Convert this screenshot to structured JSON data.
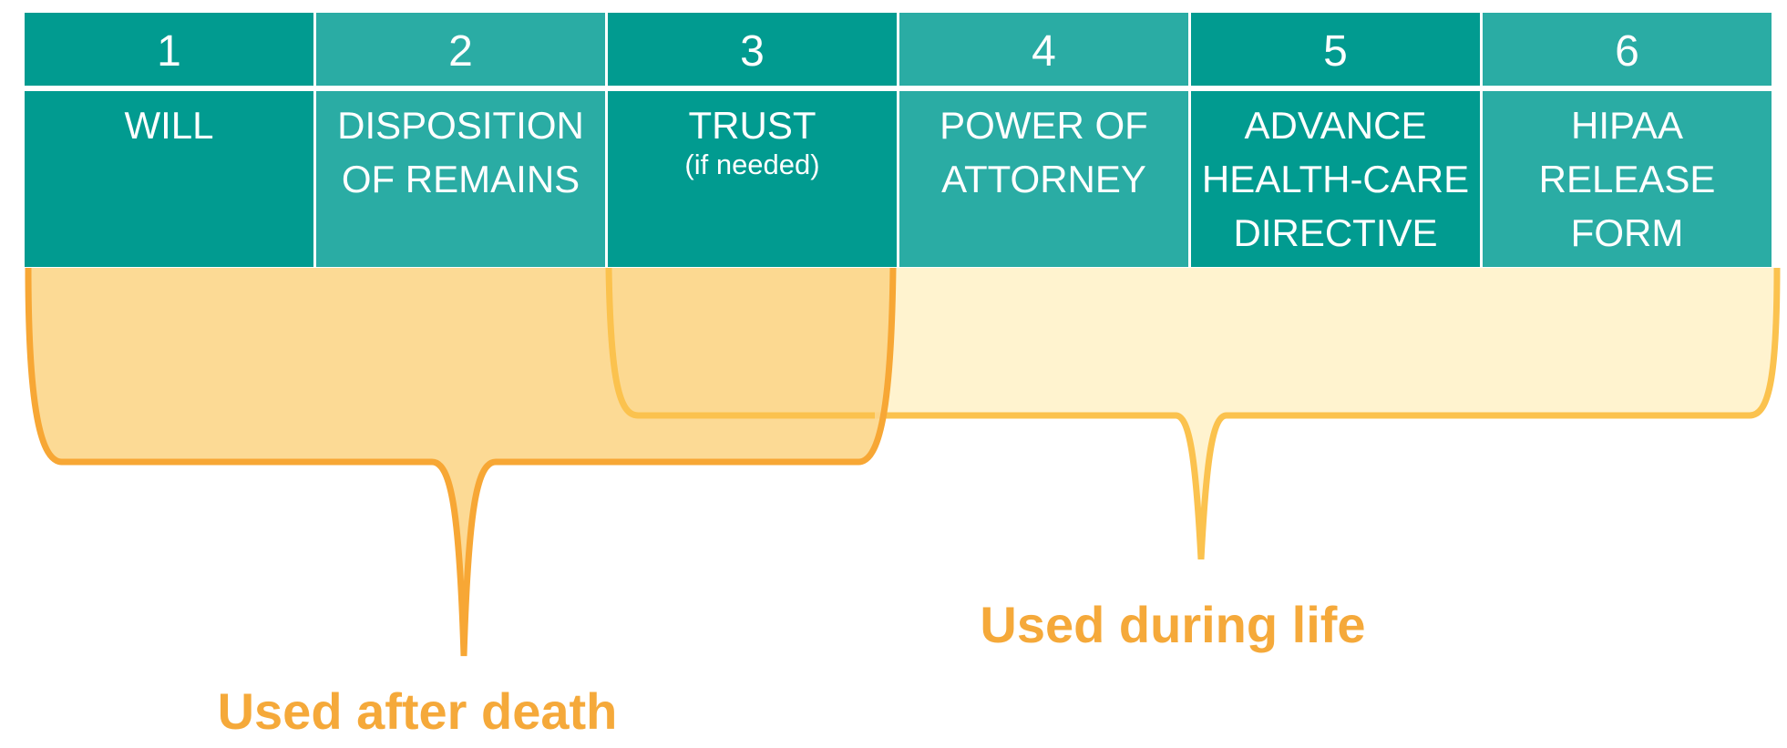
{
  "columns": [
    {
      "number": "1",
      "title_lines": [
        "WILL"
      ],
      "note": ""
    },
    {
      "number": "2",
      "title_lines": [
        "DISPOSITION",
        "OF REMAINS"
      ],
      "note": ""
    },
    {
      "number": "3",
      "title_lines": [
        "TRUST"
      ],
      "note": "(if needed)"
    },
    {
      "number": "4",
      "title_lines": [
        "POWER OF",
        "ATTORNEY"
      ],
      "note": ""
    },
    {
      "number": "5",
      "title_lines": [
        "ADVANCE",
        "HEALTH-CARE",
        "DIRECTIVE"
      ],
      "note": ""
    },
    {
      "number": "6",
      "title_lines": [
        "HIPAA",
        "RELEASE",
        "FORM"
      ],
      "note": ""
    }
  ],
  "groups": {
    "after_death": {
      "label": "Used after death",
      "covers_columns": [
        1,
        2,
        3
      ]
    },
    "during_life": {
      "label": "Used during life",
      "covers_columns": [
        3,
        4,
        5,
        6
      ]
    }
  },
  "colors": {
    "teal_dark": "#019b90",
    "teal_light": "#2aaca4",
    "after_death_fill": "#fcd78c",
    "after_death_stroke": "#f7a735",
    "during_life_fill": "#fff3cf",
    "during_life_stroke": "#fbc24e",
    "label_color": "#f5a93a"
  }
}
